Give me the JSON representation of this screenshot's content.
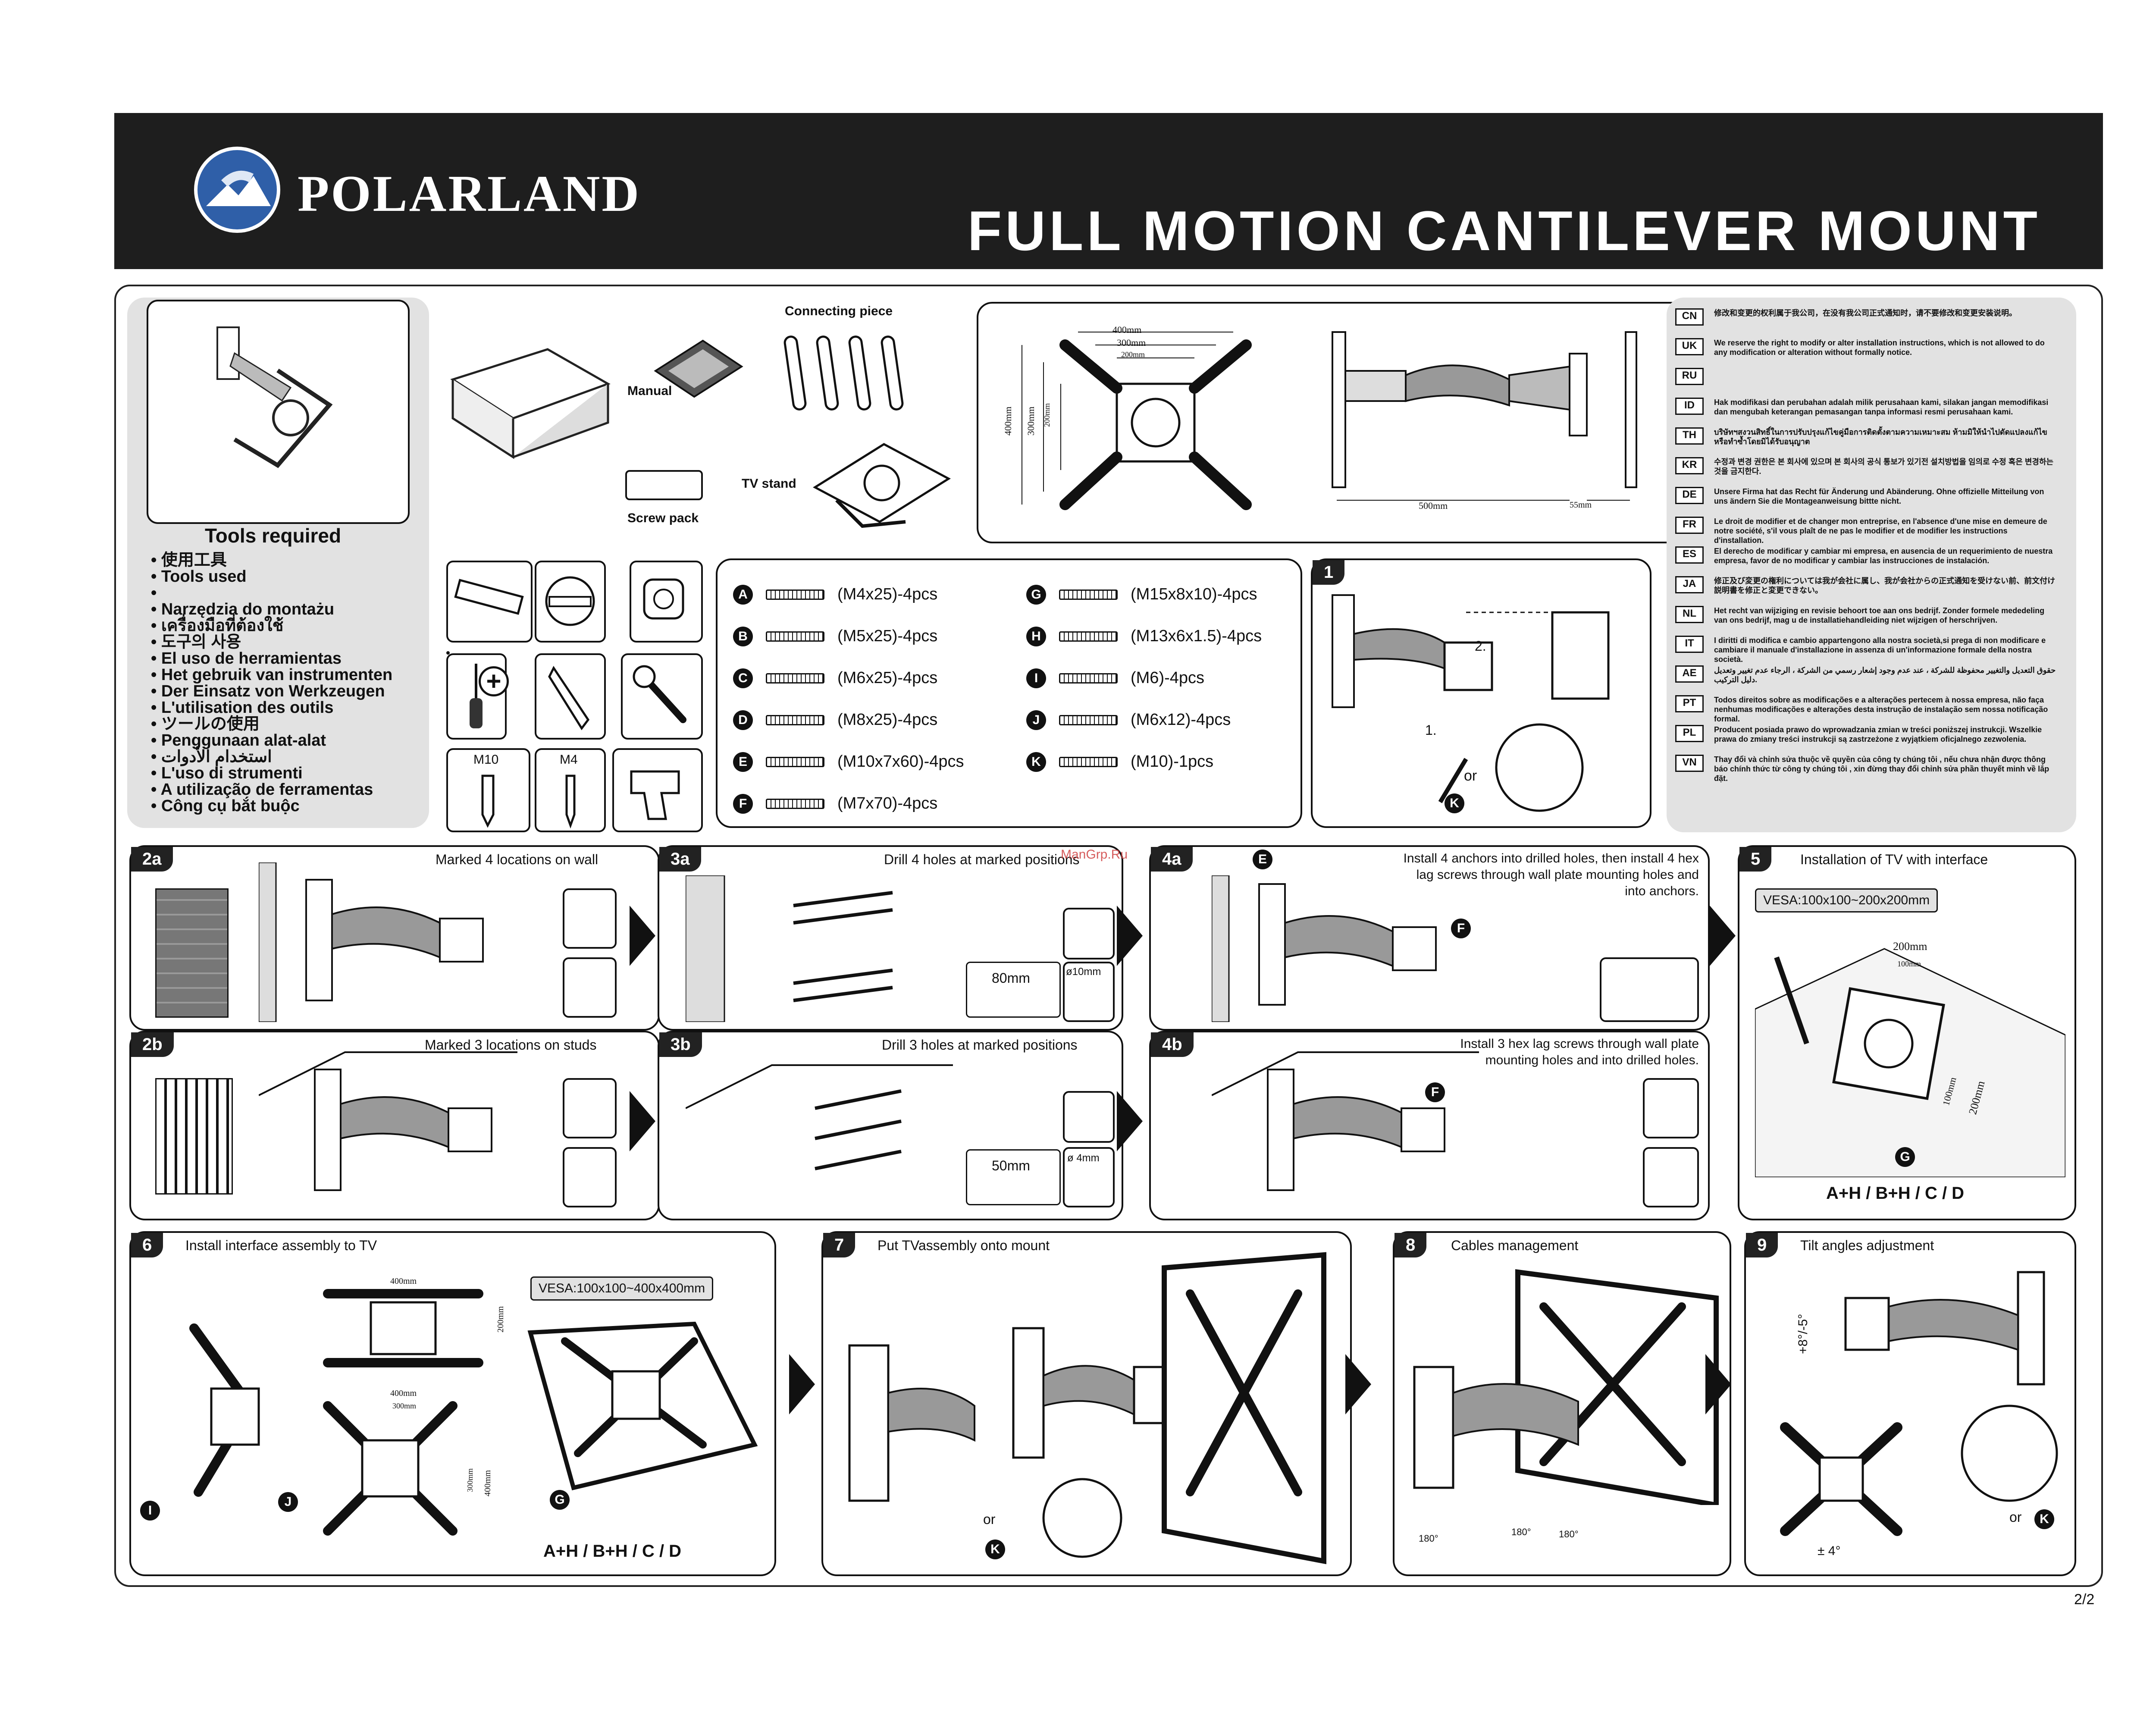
{
  "header": {
    "brand": "POLARLAND",
    "title": "FULL MOTION CANTILEVER MOUNT"
  },
  "contents": {
    "connecting_piece": "Connecting piece",
    "manual": "Manual",
    "tv_stand": "TV stand",
    "screw_pack": "Screw pack"
  },
  "tools": {
    "title": "Tools required",
    "items": [
      "使用工具",
      "Tools used",
      "",
      "Narzędzia do montażu",
      "เครื่องมือที่ต้องใช้",
      "도구의 사용",
      "El uso de herramientas",
      "Het gebruik van instrumenten",
      "Der Einsatz von Werkzeugen",
      "L'utilisation des outils",
      "ツールの使用",
      "Penggunaan alat-alat",
      "استخدام الأدوات",
      "L'uso di strumenti",
      "A utilização de ferramentas",
      "Công cụ bắt buộc"
    ],
    "m10": "M10",
    "m4": "M4"
  },
  "dimensions": {
    "w400": "400mm",
    "w300": "300mm",
    "w200": "200mm",
    "h400": "400mm",
    "h300": "300mm",
    "h200": "200mm",
    "depth500": "500mm",
    "depth55": "55mm"
  },
  "hardware": {
    "left": [
      {
        "letter": "A",
        "text": "(M4x25)-4pcs"
      },
      {
        "letter": "B",
        "text": "(M5x25)-4pcs"
      },
      {
        "letter": "C",
        "text": "(M6x25)-4pcs"
      },
      {
        "letter": "D",
        "text": "(M8x25)-4pcs"
      },
      {
        "letter": "E",
        "text": "(M10x7x60)-4pcs"
      },
      {
        "letter": "F",
        "text": "(M7x70)-4pcs"
      }
    ],
    "right": [
      {
        "letter": "G",
        "text": "(M15x8x10)-4pcs"
      },
      {
        "letter": "H",
        "text": "(M13x6x1.5)-4pcs"
      },
      {
        "letter": "I",
        "text": "(M6)-4pcs"
      },
      {
        "letter": "J",
        "text": "(M6x12)-4pcs"
      },
      {
        "letter": "K",
        "text": "(M10)-1pcs"
      }
    ]
  },
  "languages": [
    {
      "code": "CN",
      "text": "修改和变更的权利属于我公司，在没有我公司正式通知时，请不要修改和变更安装说明。"
    },
    {
      "code": "UK",
      "text": "We reserve the right to modify or alter installation instructions, which is not allowed to do any modification or alteration without formally notice."
    },
    {
      "code": "RU",
      "text": ""
    },
    {
      "code": "ID",
      "text": "Hak modifikasi dan perubahan adalah milik perusahaan kami, silakan jangan memodifikasi dan mengubah keterangan pemasangan tanpa informasi resmi perusahaan kami."
    },
    {
      "code": "TH",
      "text": "บริษัทฯสงวนสิทธิ์ในการปรับปรุงแก้ไขคู่มือการติดตั้งตามความเหมาะสม ห้ามมิให้นำไปดัดแปลงแก้ไขหรือทำซ้ำโดยมิได้รับอนุญาต"
    },
    {
      "code": "KR",
      "text": "수정과 변경 권한은 본 회사에 있으며 본 회사의 공식 통보가 있기전 설치방법을 임의로 수정 혹은 변경하는것을 금지한다."
    },
    {
      "code": "DE",
      "text": "Unsere Firma hat das Recht für Änderung und Abänderung. Ohne offizielle Mitteilung von uns ändern Sie die Montageanweisung bittte nicht."
    },
    {
      "code": "FR",
      "text": "Le droit de modifier et de changer mon entreprise, en l'absence d'une mise en demeure de notre société, s'il vous plaît de ne pas le modifier et de modifier les instructions d'installation."
    },
    {
      "code": "ES",
      "text": "El derecho de modificar y cambiar mi empresa, en ausencia de un requerimiento de nuestra empresa, favor de no modificar y cambiar las instrucciones de instalación."
    },
    {
      "code": "JA",
      "text": "修正及び変更の権利については我が会社に属し、我が会社からの正式通知を受けない前、前文付け説明書を修正と変更できない。"
    },
    {
      "code": "NL",
      "text": "Het recht van wijziging en revisie behoort toe aan ons bedrijf. Zonder formele mededeling van ons bedrijf, mag u de installatiehandleiding niet wijzigen of herschrijven."
    },
    {
      "code": "IT",
      "text": "I diritti di modifica e cambio appartengono alla nostra società,si prega di non modificare e cambiare il manuale d'installazione in assenza di un'informazione formale della nostra società."
    },
    {
      "code": "AE",
      "text": "حقوق التعديل والتغيير محفوظة للشركة ، عند عدم وجود إشعار رسمي من الشركة ، الرجاء عدم تغيير وتعديل دليل التركيب."
    },
    {
      "code": "PT",
      "text": "Todos direitos sobre as modificações e a alterações pertecem à nossa empresa, não faça nenhumas modificações e alterações desta instrução de instalação sem nossa notificação formal."
    },
    {
      "code": "PL",
      "text": "Producent posiada prawo do wprowadzania zmian w treści poniższej instrukcji. Wszelkie prawa do zmiany treści instrukcji są zastrzeżone z wyjątkiem oficjalnego zezwolenia."
    },
    {
      "code": "VN",
      "text": "Thay đổi và chỉnh sửa thuộc về quyền của công ty chúng tôi , nếu chưa nhận được thông báo chính thức từ công ty chúng tôi , xin đừng thay đổi chỉnh sửa phần thuyết minh về lắp đặt."
    }
  ],
  "steps": {
    "s1": {
      "tag": "1",
      "label_1": "1.",
      "label_2": "2.",
      "or": "or",
      "badge": "K"
    },
    "s2a": {
      "tag": "2a",
      "title": "Marked 4 locations on wall"
    },
    "s2b": {
      "tag": "2b",
      "title": "Marked 3 locations on studs"
    },
    "s3a": {
      "tag": "3a",
      "title": "Drill 4 holes at marked positions",
      "dist": "80mm",
      "bit": "ø10mm"
    },
    "s3b": {
      "tag": "3b",
      "title": "Drill 3 holes at marked positions",
      "dist": "50mm",
      "bit": "ø 4mm"
    },
    "s4a": {
      "tag": "4a",
      "title": "Install 4 anchors into drilled holes, then install 4 hex lag screws through wall plate mounting holes and into anchors.",
      "badge_e": "E",
      "badge_f": "F"
    },
    "s4b": {
      "tag": "4b",
      "title": "Install 3 hex lag screws through wall plate mounting holes and into drilled holes.",
      "badge_f": "F"
    },
    "s5": {
      "tag": "5",
      "title": "Installation of TV with interface",
      "vesa": "VESA:100x100~200x200mm",
      "d200": "200mm",
      "d100": "100mm",
      "v100": "100mm",
      "v200": "200mm",
      "badge": "G",
      "combo": "A+H / B+H / C / D"
    },
    "s6": {
      "tag": "6",
      "title": "Install interface assembly to TV",
      "vesa": "VESA:100x100~400x400mm",
      "w400": "400mm",
      "h200": "200mm",
      "w400b": "400mm",
      "w300": "300mm",
      "h300": "300mm",
      "h400": "400mm",
      "badge_i": "I",
      "badge_j": "J",
      "badge_g": "G",
      "combo": "A+H / B+H / C / D"
    },
    "s7": {
      "tag": "7",
      "title": "Put TVassembly onto mount",
      "or": "or",
      "badge": "K"
    },
    "s8": {
      "tag": "8",
      "title": "Cables management",
      "a1": "180°",
      "a2": "180°",
      "a3": "180°"
    },
    "s9": {
      "tag": "9",
      "title": "Tilt angles adjustment",
      "tilt": "+8°/-5°",
      "swivel": "± 4°",
      "or": "or",
      "badge": "K"
    }
  },
  "watermark": "ManGrp.Ru",
  "page_number": "2/2",
  "colors": {
    "banner": "#1e1e1e",
    "logo_blue": "#2f5fa8",
    "panel_grey": "#e2e2e2",
    "watermark_red": "#d04040"
  }
}
